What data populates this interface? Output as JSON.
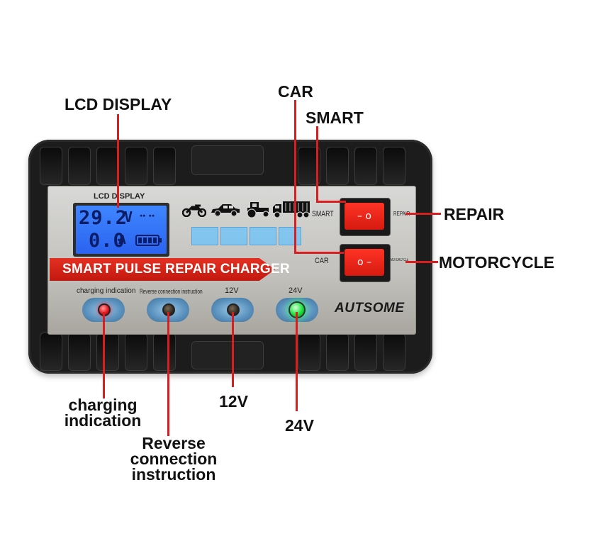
{
  "callouts": {
    "lcd_display": "LCD DISPLAY",
    "car_top": "CAR",
    "smart": "SMART",
    "repair": "REPAIR",
    "motorcycle": "MOTORCYCLE",
    "charging_line1": "charging",
    "charging_line2": "indication",
    "reverse_line1": "Reverse",
    "reverse_line2": "connection",
    "reverse_line3": "instruction",
    "v12": "12V",
    "v24": "24V"
  },
  "panel": {
    "lcd_label": "LCD DISPLAY",
    "banner": "SMART PULSE REPAIR CHARGER",
    "brand": "AUTSOME",
    "smart_label": "SMART",
    "repair_label": "REPAIR",
    "car_label": "CAR",
    "motorcycle_label": "MOTORCYCLE",
    "led_labels": [
      "charging indication",
      "Reverse connection instruction",
      "12V",
      "24V"
    ]
  },
  "lcd": {
    "voltage": "29.2",
    "voltage_unit": "V",
    "current": "0.0",
    "current_unit": "A"
  },
  "switches": {
    "top_symbol": "– o",
    "bottom_symbol": "o –"
  },
  "leds": {
    "charging": "on-red",
    "reverse": "off",
    "v12": "off",
    "v24": "on-green"
  },
  "colors": {
    "accent_red": "#d81e1e",
    "lcd_blue": "#2a63f0",
    "led_green": "#19e43c",
    "led_red": "#e3101a"
  },
  "icons": [
    "motorcycle-icon",
    "car-icon",
    "tractor-icon",
    "truck-icon"
  ]
}
